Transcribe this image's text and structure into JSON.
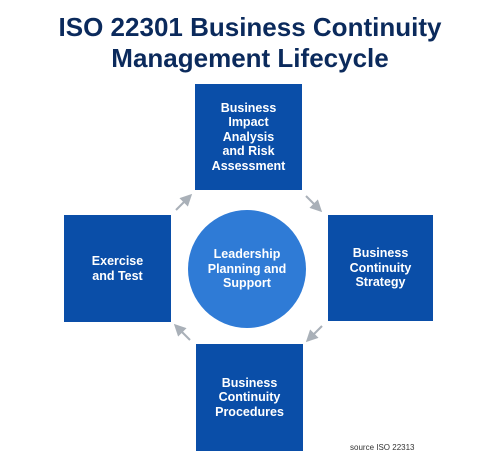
{
  "title": {
    "line1": "ISO 22301 Business Continuity",
    "line2": "Management Lifecycle"
  },
  "center": {
    "lines": [
      "Leadership",
      "Planning and",
      "Support"
    ]
  },
  "boxes": {
    "top": {
      "lines": [
        "Business",
        "Impact",
        "Analysis",
        "and Risk",
        "Assessment"
      ]
    },
    "right": {
      "lines": [
        "Business",
        "Continuity",
        "Strategy"
      ]
    },
    "bottom": {
      "lines": [
        "Business",
        "Continuity",
        "Procedures"
      ]
    },
    "left": {
      "lines": [
        "Exercise",
        "and Test"
      ]
    }
  },
  "source": "source ISO 22313",
  "colors": {
    "title": "#0b2a5c",
    "box": "#0a4ea8",
    "circle": "#2f7bd6",
    "arrow": "#a9b0b8"
  }
}
